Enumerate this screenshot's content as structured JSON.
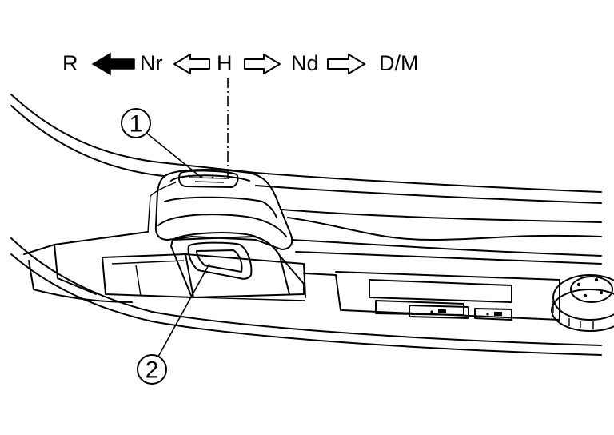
{
  "shift_sequence": {
    "positions": [
      "R",
      "Nr",
      "H",
      "Nd",
      "D/M"
    ]
  },
  "callouts": {
    "one": "1",
    "two": "2"
  },
  "icons": {
    "solid_arrow": "arrow-left-solid-icon",
    "hollow_arrow": "arrow-hollow-icon"
  },
  "colors": {
    "line": "#000000",
    "background": "#ffffff"
  }
}
